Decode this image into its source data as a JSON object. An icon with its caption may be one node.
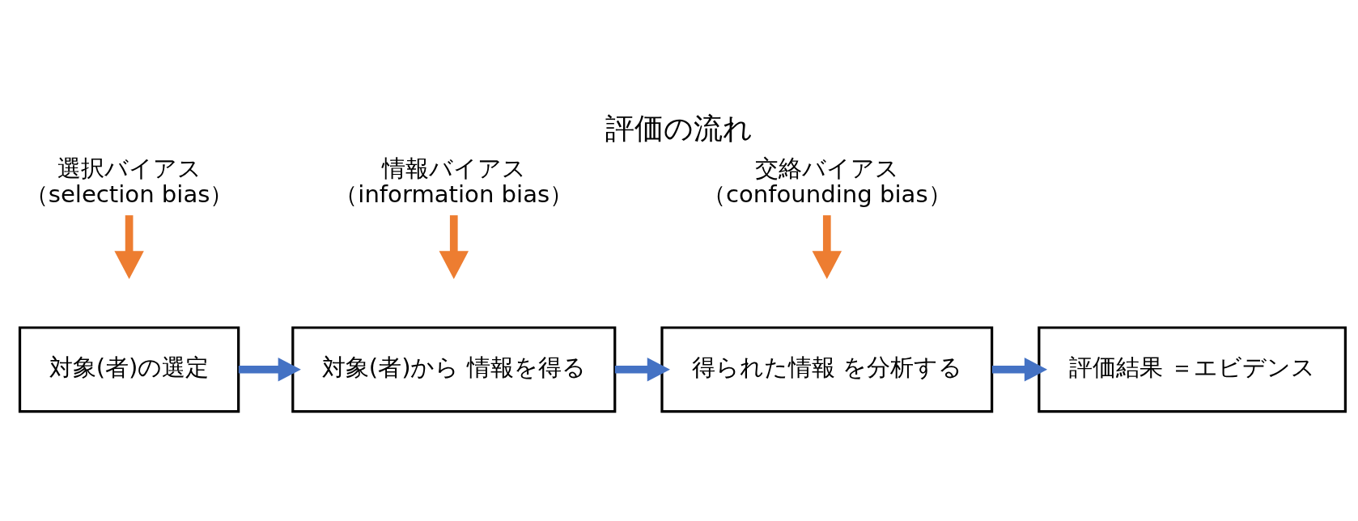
{
  "diagram": {
    "title": "評価の流れ",
    "nodes": [
      {
        "text": [
          "対象(者)の選定"
        ]
      },
      {
        "text": [
          "対象(者)から 情報を得る"
        ]
      },
      {
        "text": [
          "得られた情報 を分析する"
        ]
      },
      {
        "text": [
          "評価結果 ＝エビデンス"
        ]
      },
      {
        "text": [
          "選択バイアス",
          "（selection bias）"
        ]
      },
      {
        "text": [
          "情報バイアス",
          "（information bias）"
        ]
      },
      {
        "text": [
          "交絡バイアス",
          "（confounding bias）"
        ]
      }
    ],
    "edges": [
      {
        "from": 0,
        "to": 1,
        "arrow": "to",
        "color": "#4472c4"
      },
      {
        "from": 1,
        "to": 2,
        "arrow": "to",
        "color": "#4472c4"
      },
      {
        "from": 2,
        "to": 3,
        "arrow": "to",
        "color": "#4472c4"
      },
      {
        "from": 4,
        "to": null,
        "arrow": "to",
        "color": "#ed7d31"
      },
      {
        "from": 5,
        "to": null,
        "arrow": "to",
        "color": "#ed7d31"
      },
      {
        "from": 6,
        "to": null,
        "arrow": "to",
        "color": "#ed7d31"
      }
    ]
  }
}
